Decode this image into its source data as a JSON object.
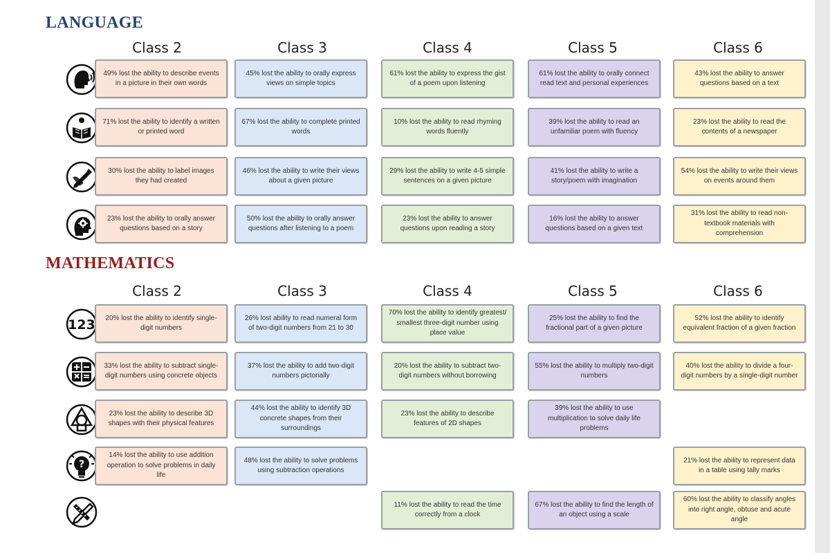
{
  "language": {
    "title": "LANGUAGE",
    "classes": [
      "Class 2",
      "Class 3",
      "Class 4",
      "Class 5",
      "Class 6"
    ],
    "rows": [
      {
        "icon": "speaking-head-icon",
        "cells": [
          "49% lost the ability to describe events in a picture in their own words",
          "45% lost the ability to orally express views on simple topics",
          "61% lost the ability to express the gist of a poem upon listening",
          "61% lost the ability to orally connect read text and personal experiences",
          "43% lost the ability to answer questions based on a text"
        ]
      },
      {
        "icon": "reading-person-icon",
        "cells": [
          "71% lost the ability to identify a written or printed word",
          "67% lost the ability to complete printed words",
          "10% lost the ability to read rhyming words fluently",
          "39% lost the ability to read an unfamiliar poem with fluency",
          "23% lost the ability to read the contents of a newspaper"
        ]
      },
      {
        "icon": "writing-hand-icon",
        "cells": [
          "30% lost the ability to label images they had created",
          "46% lost the ability to write their views about a given picture",
          "29% lost the ability to write 4-5 simple sentences on a given picture",
          "41% lost the ability to write a story/poem with imagination",
          "54% lost the ability to write their views on events around them"
        ]
      },
      {
        "icon": "thinking-head-icon",
        "cells": [
          "23% lost the ability to orally answer questions based on a story",
          "50% lost the ability to orally answer questions after listening to a poem",
          "23% lost the ability to answer questions upon reading a story",
          "16% lost the ability to answer questions based on a given text",
          "31% lost the ability to read non-textbook materials with comprehension"
        ]
      }
    ]
  },
  "mathematics": {
    "title": "MATHEMATICS",
    "classes": [
      "Class 2",
      "Class 3",
      "Class 4",
      "Class 5",
      "Class 6"
    ],
    "rows": [
      {
        "icon": "numbers-123-icon",
        "cells": [
          "20% lost the ability to identify single-digit numbers",
          "26% lost ability to read numeral form of two-digit numbers from 21 to 30",
          "70% lost the ability to identify greatest/ smallest three-digit number using place value",
          "25% lost the ability to find the fractional part of a given picture",
          "52% lost the ability to identify equivalent fraction of a given fraction"
        ]
      },
      {
        "icon": "arithmetic-operators-icon",
        "cells": [
          "33% lost the ability to subtract single-digit numbers using concrete objects",
          "37% lost the ability to add two-digit numbers pictorially",
          "20% lost the ability to subtract two-digit numbers without borrowing",
          "55% lost the ability to multiply two-digit numbers",
          "40% lost the ability to divide a four-digit numbers by a single-digit number"
        ]
      },
      {
        "icon": "geometric-shapes-icon",
        "cells": [
          "23% lost the ability to describe 3D shapes with their physical features",
          "44% lost the ability to identify 3D concrete shapes from their surroundings",
          "23% lost the ability to describe features of 2D shapes",
          "39% lost the ability to use multiplication to solve daily life problems",
          ""
        ]
      },
      {
        "icon": "question-bulb-icon",
        "cells": [
          "14% lost the ability to use addition operation to solve problems in daily life",
          "48% lost the ability to solve problems using subtraction operations",
          "",
          "",
          "21% lost the ability to represent data in a table using tally marks"
        ]
      },
      {
        "icon": "ruler-pencil-icon",
        "cells": [
          "",
          "",
          "11% lost the ability to read the time correctly from a clock",
          "67% lost the ability to find the length of an object using a scale",
          "60% lost the ability to classify angles into right angle, obtuse and acute angle"
        ]
      }
    ]
  },
  "colors": {
    "class2": "#fbe3d6",
    "class3": "#dbe6f6",
    "class4": "#e2efd7",
    "class5": "#d9d3ee",
    "class6": "#fdf2cc",
    "language_title": "#27456e",
    "math_title": "#9b1c1c"
  }
}
